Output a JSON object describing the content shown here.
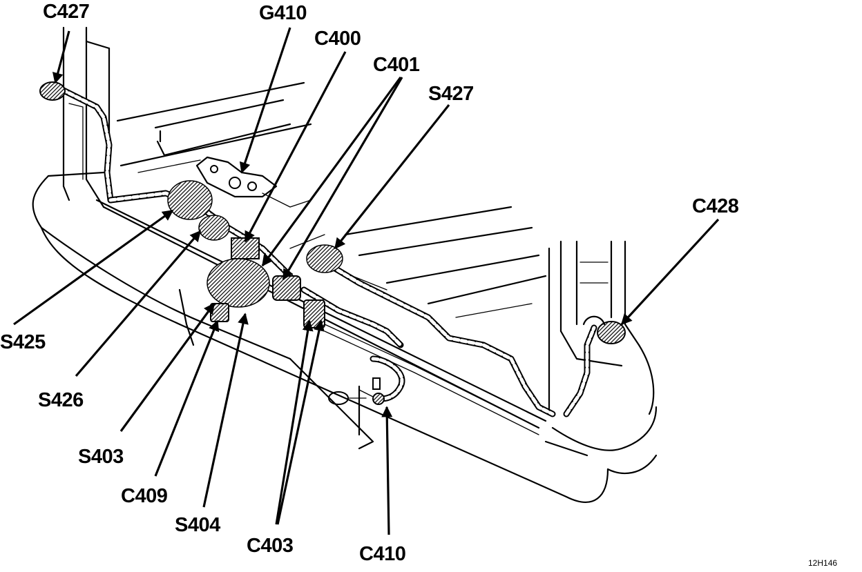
{
  "figure_id": "12H146",
  "callouts": {
    "c427": "C427",
    "g410": "G410",
    "c400": "C400",
    "c401": "C401",
    "s427": "S427",
    "c428": "C428",
    "s425": "S425",
    "s426": "S426",
    "s403": "S403",
    "c409": "C409",
    "s404": "S404",
    "c403": "C403",
    "c410": "C410"
  }
}
